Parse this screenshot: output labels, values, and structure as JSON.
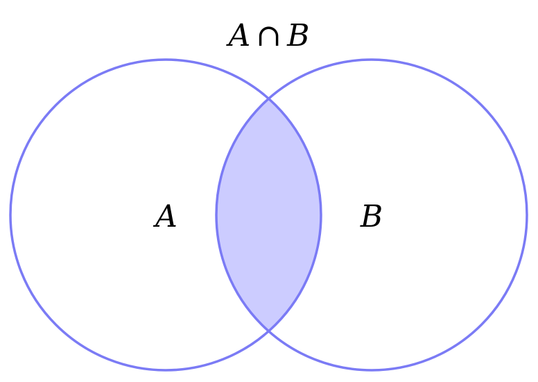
{
  "title": {
    "left": "A",
    "operator": "∩",
    "right": "B"
  },
  "sets": [
    {
      "label": "A"
    },
    {
      "label": "B"
    }
  ],
  "colors": {
    "stroke": "#7b7bf5",
    "intersection_fill": "#ccccff"
  }
}
